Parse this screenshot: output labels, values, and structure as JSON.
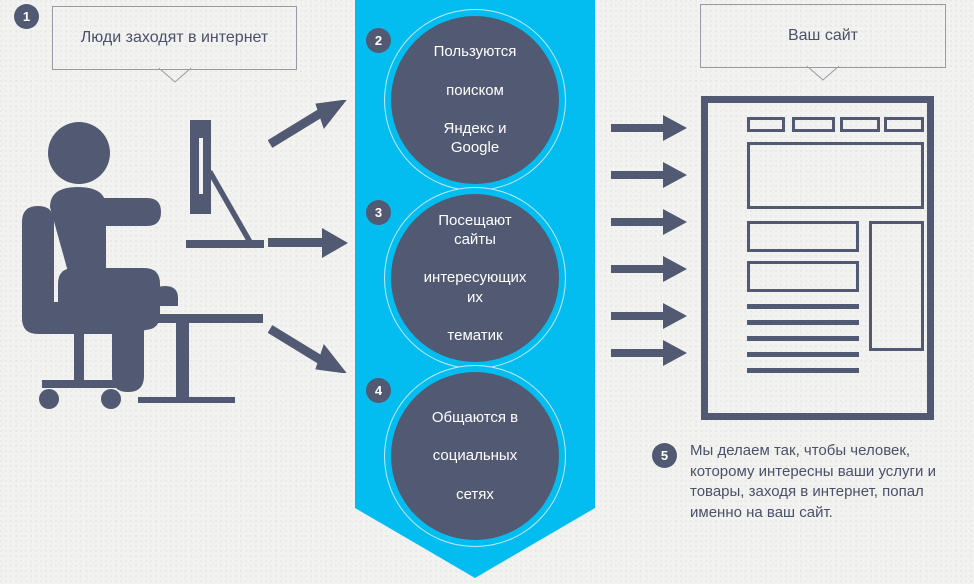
{
  "colors": {
    "background": "#f2f2f0",
    "accent_cyan": "#04bdf0",
    "dark_slate": "#515a72",
    "bubble_border": "#9a9aa4",
    "text_dark": "#4a5168",
    "text_light": "#ffffff",
    "ring_light": "#bfe9f7"
  },
  "steps": {
    "one": {
      "badge": "1",
      "label": "Люди заходят в интернет"
    },
    "two": {
      "badge": "2",
      "label": "Пользуются поиском Яндекс и Google",
      "lines": [
        "Пользуются",
        "поиском",
        "Яндекс и Google"
      ]
    },
    "three": {
      "badge": "3",
      "label": "Посещают сайты интересующих их тематик",
      "lines": [
        "Посещают сайты",
        "интересующих их",
        "тематик"
      ]
    },
    "four": {
      "badge": "4",
      "label": "Общаются в социальных сетях",
      "lines": [
        "Общаются в",
        "социальных",
        "сетях"
      ]
    },
    "five": {
      "badge": "5",
      "label": "Мы делаем так, чтобы человек, которому интересны ваши услуги и товары, заходя в интернет, попал именно на ваш сайт."
    }
  },
  "site_bubble": {
    "label": "Ваш сайт"
  },
  "icons": {
    "person_at_desk": "person-at-desk-icon",
    "website_mockup": "website-mockup-icon",
    "arrow_right": "arrow-right-icon",
    "arrow_up_right": "arrow-up-right-icon",
    "arrow_down_right": "arrow-down-right-icon",
    "band_chevron": "chevron-down-band-icon",
    "bubble_tail": "bubble-tail-icon"
  },
  "arrows": {
    "from_person_count": 3,
    "to_site_count": 6
  }
}
